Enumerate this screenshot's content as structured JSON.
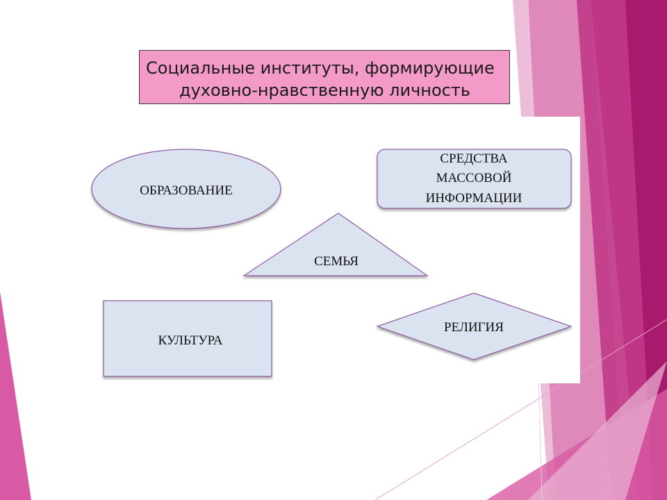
{
  "slide": {
    "title_line1": "Социальные институты, формирующие",
    "title_line2": "духовно-нравственную личность"
  },
  "diagram": {
    "nodes": [
      {
        "id": "education",
        "shape": "ellipse",
        "label": "ОБРАЗОВАНИЕ"
      },
      {
        "id": "media",
        "shape": "rounded-rectangle",
        "label_lines": [
          "СРЕДСТВА",
          "МАССОВОЙ",
          "ИНФОРМАЦИИ"
        ]
      },
      {
        "id": "family",
        "shape": "triangle",
        "label": "СЕМЬЯ"
      },
      {
        "id": "culture",
        "shape": "rectangle",
        "label": "КУЛЬТУРА"
      },
      {
        "id": "religion",
        "shape": "diamond",
        "label": "РЕЛИГИЯ"
      }
    ]
  },
  "colors": {
    "shape_fill": "#dbe3f1",
    "shape_stroke": "#8e5a9e",
    "title_fill": "#f49ac9",
    "accent_magenta": "#a81a6e",
    "accent_pink": "#d95aa4",
    "accent_light_pink": "#eab6d4"
  }
}
